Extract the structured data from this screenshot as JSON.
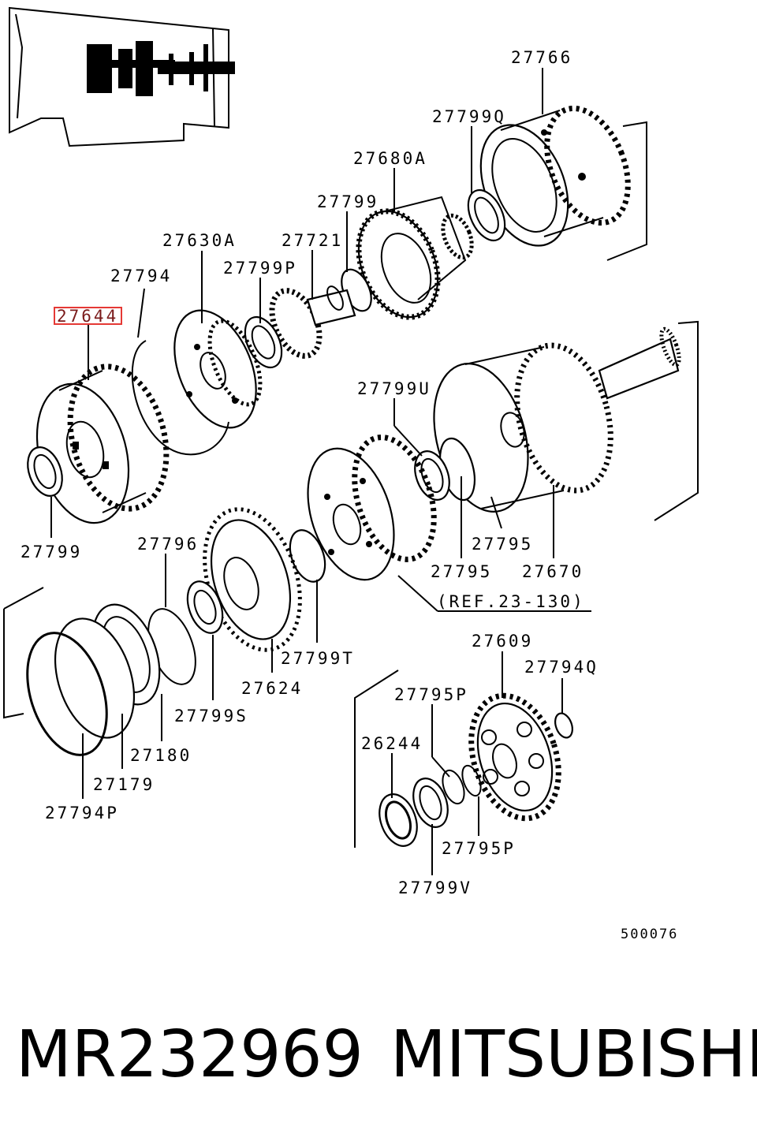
{
  "labels": {
    "l27766": "27766",
    "l27799Q": "27799Q",
    "l27680A": "27680A",
    "l27799_top": "27799",
    "l27630A": "27630A",
    "l27721": "27721",
    "l27794": "27794",
    "l27799P": "27799P",
    "l27644": "27644",
    "l27799U": "27799U",
    "l27799_left": "27799",
    "l27796": "27796",
    "l27795_a": "27795",
    "l27795_b": "27795",
    "l27670": "27670",
    "ref": "(REF.23-130)",
    "l27799T": "27799T",
    "l27624": "27624",
    "l27799S": "27799S",
    "l27180": "27180",
    "l27179": "27179",
    "l27794P": "27794P",
    "l27609": "27609",
    "l27794Q": "27794Q",
    "l27795P_top": "27795P",
    "l26244": "26244",
    "l27795P_bot": "27795P",
    "l27799V": "27799V"
  },
  "diagram_code": "500076",
  "caption": {
    "part_number": "MR232969",
    "brand": "MITSUBISHI"
  },
  "highlight": {
    "label": "27644",
    "color": "#e53935"
  },
  "colors": {
    "ink": "#000000",
    "background": "#ffffff"
  }
}
